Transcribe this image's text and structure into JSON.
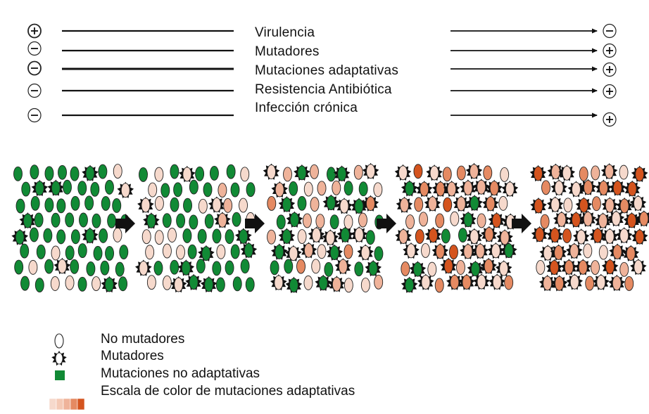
{
  "traits": [
    {
      "label": "Virulencia",
      "start": "+",
      "end": "−"
    },
    {
      "label": "Mutadores",
      "start": "−",
      "end": "+"
    },
    {
      "label": "Mutaciones adaptativas",
      "start": "−",
      "end": "+"
    },
    {
      "label": "Resistencia Antibiótica",
      "start": "−",
      "end": "+"
    },
    {
      "label": "Infección crónica",
      "start": "−",
      "end": "+"
    }
  ],
  "stages": [
    {
      "name": "stage-1",
      "mutator_fraction": 0.15,
      "adaptive_level": 0.0
    },
    {
      "name": "stage-2",
      "mutator_fraction": 0.25,
      "adaptive_level": 0.2
    },
    {
      "name": "stage-3",
      "mutator_fraction": 0.4,
      "adaptive_level": 0.45
    },
    {
      "name": "stage-4",
      "mutator_fraction": 0.55,
      "adaptive_level": 0.75
    },
    {
      "name": "stage-5",
      "mutator_fraction": 0.75,
      "adaptive_level": 1.0
    }
  ],
  "legend": [
    {
      "key": "non-mutator",
      "label": "No mutadores"
    },
    {
      "key": "mutator",
      "label": "Mutadores"
    },
    {
      "key": "non-adaptive",
      "label": "Mutaciones no adaptativas"
    },
    {
      "key": "adaptive-scale",
      "label": "Escala de color de mutaciones adaptativas"
    }
  ],
  "colors": {
    "green": "#118a35",
    "pale": "#f6d9cc",
    "light_orange": "#efb39a",
    "mid_orange": "#e58a62",
    "dark_orange": "#d4541e",
    "outline": "#111111"
  }
}
